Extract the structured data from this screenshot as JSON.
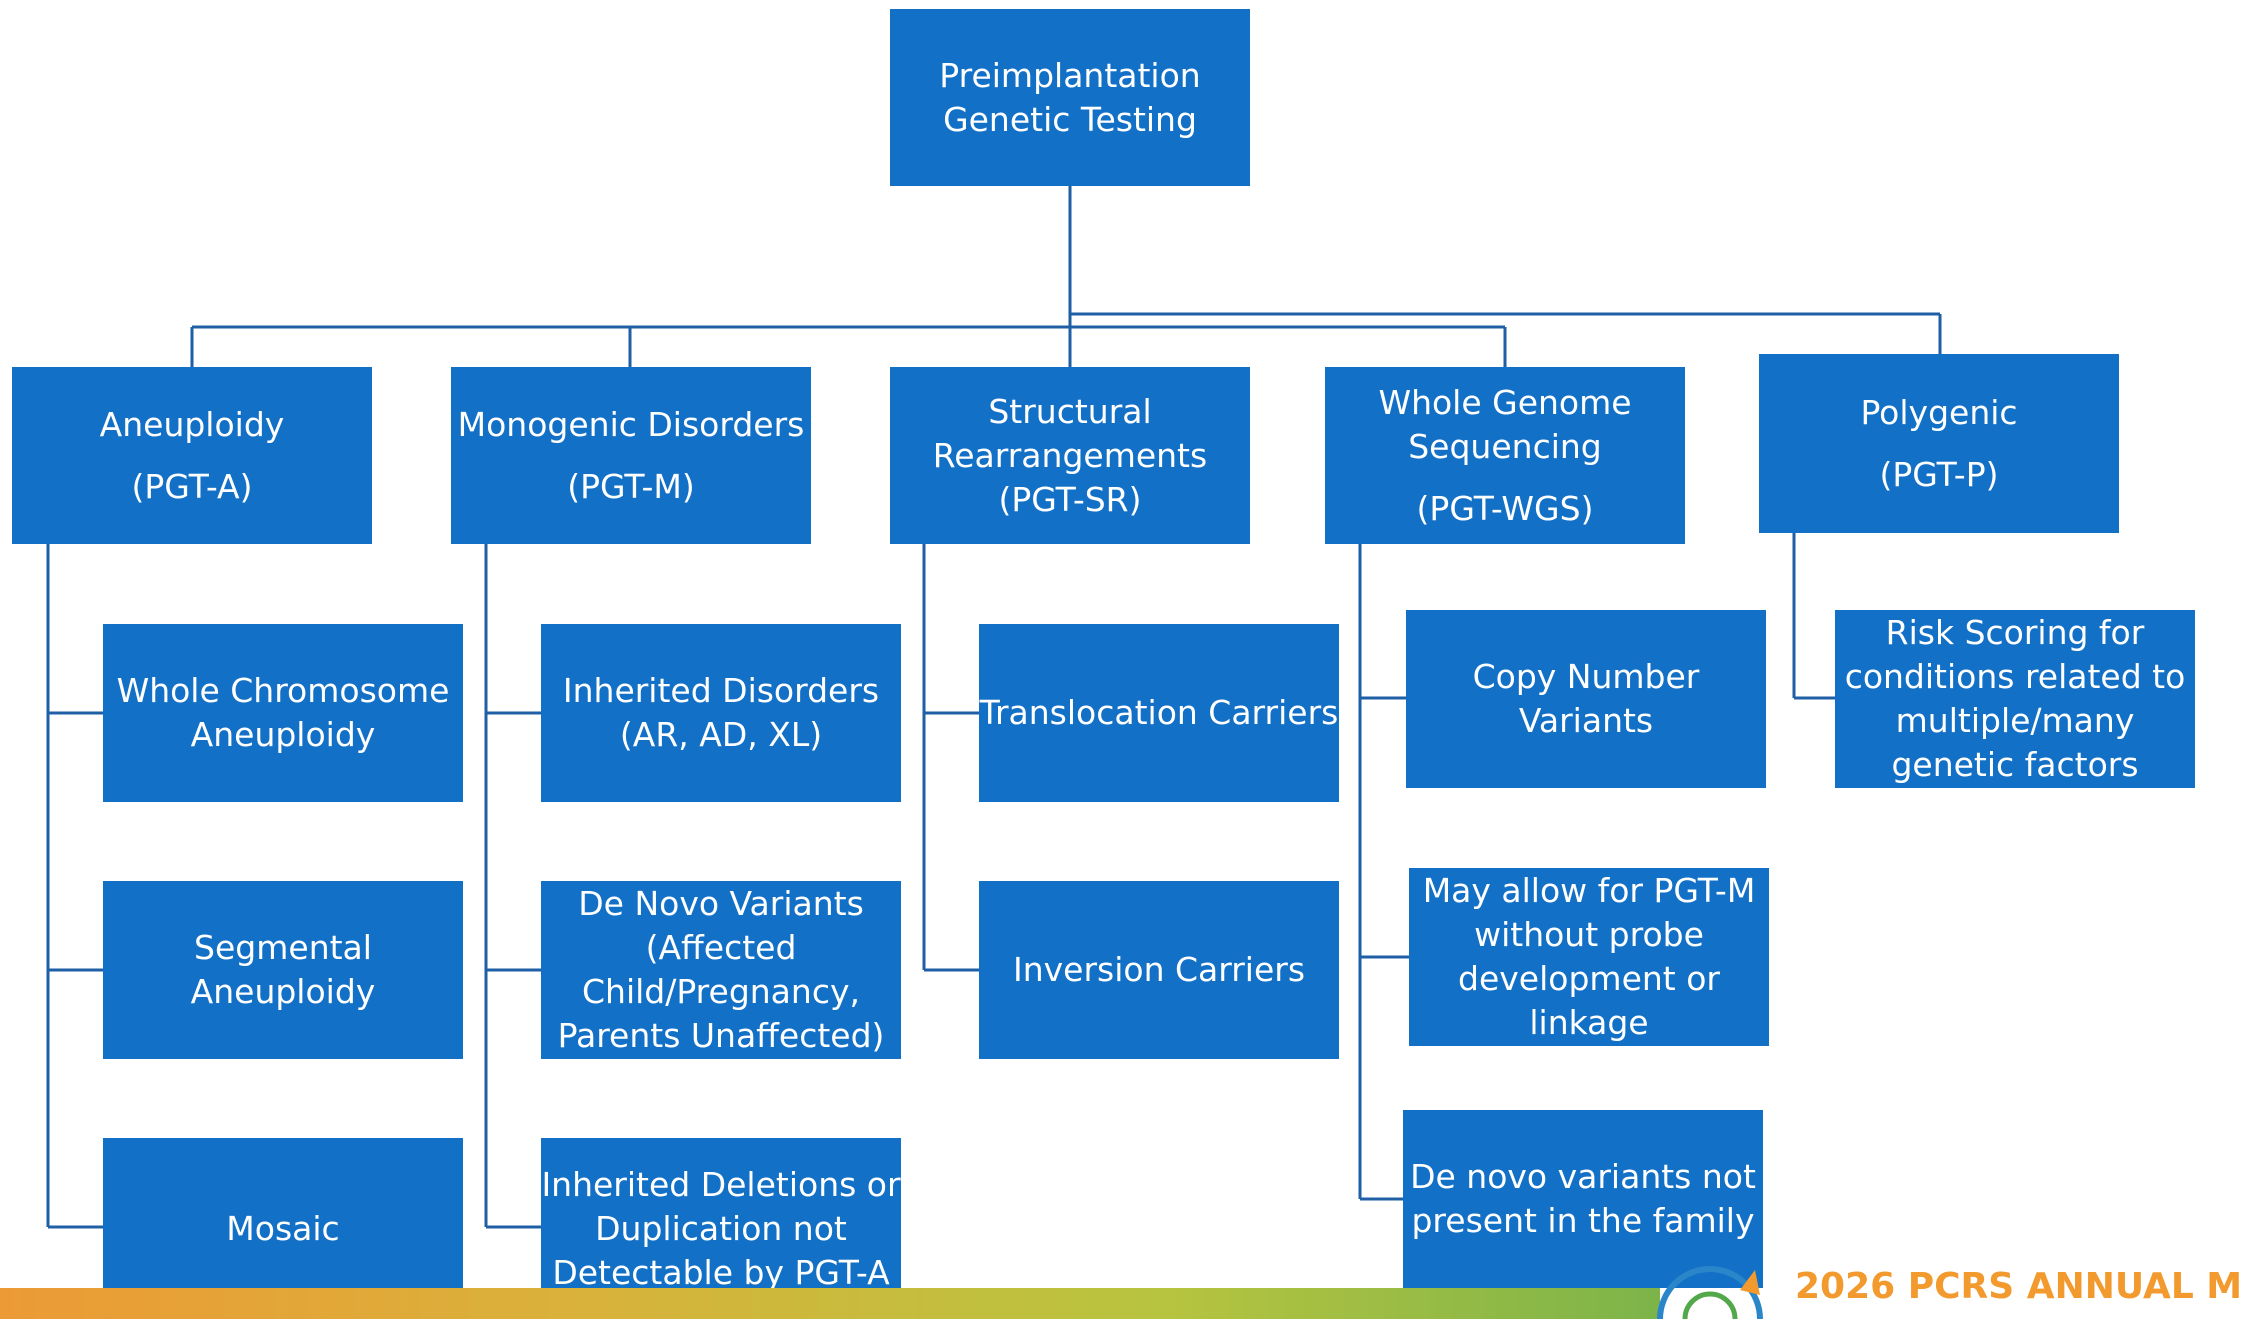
{
  "root": {
    "line1": "Preimplantation",
    "line2": "Genetic Testing"
  },
  "categories": [
    {
      "line1": "Aneuploidy",
      "line2": "(PGT-A)"
    },
    {
      "line1": "Monogenic Disorders",
      "line2": "(PGT-M)"
    },
    {
      "line1": "Structural",
      "line2": "Rearrangements",
      "line3": "(PGT-SR)"
    },
    {
      "line1": "Whole Genome",
      "line2": "Sequencing",
      "line3": "(PGT-WGS)"
    },
    {
      "line1": "Polygenic",
      "line2": "(PGT-P)"
    }
  ],
  "aneuploidy_children": [
    {
      "line1": "Whole Chromosome",
      "line2": "Aneuploidy"
    },
    {
      "line1": "Segmental",
      "line2": "Aneuploidy"
    },
    {
      "line1": "Mosaic"
    }
  ],
  "monogenic_children": [
    {
      "line1": "Inherited Disorders",
      "line2": "(AR, AD, XL)"
    },
    {
      "line1": "De Novo Variants",
      "line2": "(Affected",
      "line3": "Child/Pregnancy,",
      "line4": "Parents Unaffected)"
    },
    {
      "line1": "Inherited Deletions or",
      "line2": "Duplication not",
      "line3": "Detectable by PGT-A"
    }
  ],
  "structural_children": [
    {
      "line1": "Translocation Carriers"
    },
    {
      "line1": "Inversion Carriers"
    }
  ],
  "wgs_children": [
    {
      "line1": "Copy Number",
      "line2": "Variants"
    },
    {
      "line1": "May allow for PGT-M",
      "line2": "without probe",
      "line3": "development or",
      "line4": "linkage"
    },
    {
      "line1": "De novo variants not",
      "line2": "present in the family"
    }
  ],
  "polygenic_children": [
    {
      "line1": "Risk Scoring for",
      "line2": "conditions related to",
      "line3": "multiple/many",
      "line4": "genetic factors"
    }
  ],
  "footer": {
    "banner_text": "2026 PCRS ANNUAL M"
  },
  "colors": {
    "box": "#1370c7",
    "line": "#1f5fa5",
    "footer_accent": "#f29a2e"
  }
}
